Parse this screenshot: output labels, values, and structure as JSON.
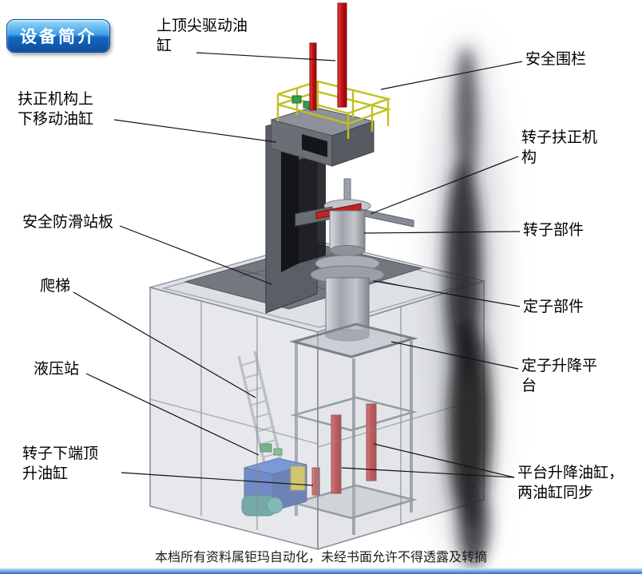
{
  "badge": {
    "label": "设备简介"
  },
  "labels": {
    "top_drive_cylinder": "上顶尖驱动油\n缸",
    "safety_fence": "安全围栏",
    "centering_lift_cylinder": "扶正机构上\n下移动油缸",
    "rotor_centering_mechanism": "转子扶正机\n构",
    "anti_slip_platform": "安全防滑站板",
    "rotor_component": "转子部件",
    "ladder": "爬梯",
    "stator_component": "定子部件",
    "hydraulic_station": "液压站",
    "stator_lift_platform": "定子升降平\n台",
    "rotor_bottom_jack_cylinder": "转子下端顶\n升油缸",
    "platform_lift_cylinders": "平台升降油缸，\n两油缸同步"
  },
  "footer": {
    "copyright": "本档所有资料属钜玛自动化，未经书面允许不得透露及转摘"
  },
  "colors": {
    "badge_blue": "#1565c0",
    "cylinder_red": "#c01010",
    "railing_yellow": "#c2bf1e",
    "hydraulic_blue": "#2a55b8",
    "frame_gray": "#5a5f66"
  }
}
